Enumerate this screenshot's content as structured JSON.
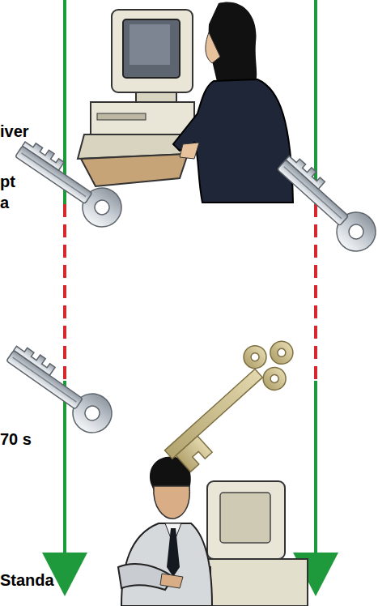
{
  "diagram": {
    "labels": [
      "iver",
      "pt",
      "a",
      "70 s",
      "Standa"
    ]
  }
}
